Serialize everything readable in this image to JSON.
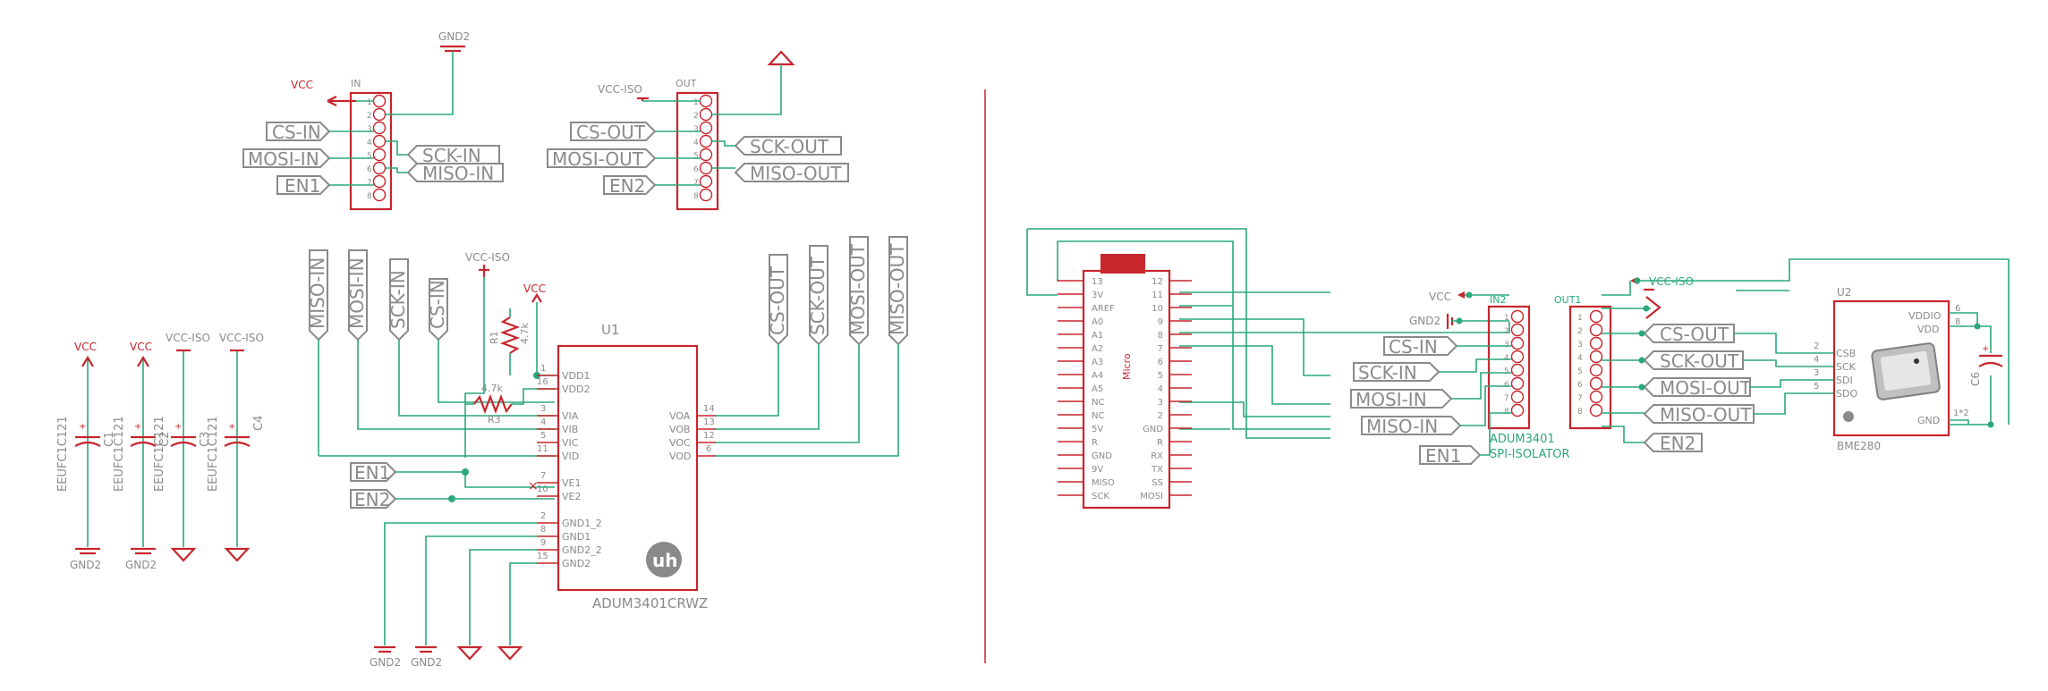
{
  "left": {
    "in_header": {
      "name": "IN",
      "pins": [
        "1",
        "2",
        "3",
        "4",
        "5",
        "6",
        "7",
        "8"
      ]
    },
    "out_header": {
      "name": "OUT",
      "pins": [
        "1",
        "2",
        "3",
        "4",
        "5",
        "6",
        "7",
        "8"
      ]
    },
    "supplies": {
      "vcc": "VCC",
      "gnd2": "GND2",
      "vcc_iso": "VCC-ISO"
    },
    "labels": {
      "cs_in": "CS-IN",
      "mosi_in": "MOSI-IN",
      "en1": "EN1",
      "sck_in": "SCK-IN",
      "miso_in": "MISO-IN",
      "cs_out": "CS-OUT",
      "mosi_out": "MOSI-OUT",
      "en2": "EN2",
      "sck_out": "SCK-OUT",
      "miso_out": "MISO-OUT"
    },
    "capacitors": [
      {
        "part": "EEUFC1C121",
        "name": "C1",
        "rail": "VCC",
        "ground": "GND2"
      },
      {
        "part": "EEUFC1C121",
        "name": "C2",
        "rail": "VCC",
        "ground": "GND2"
      },
      {
        "part": "EEUFC1C121",
        "name": "C3",
        "rail": "VCC-ISO",
        "ground": ""
      },
      {
        "part": "EEUFC1C121",
        "name": "C4",
        "rail": "VCC-ISO",
        "ground": ""
      }
    ],
    "resistors": [
      {
        "name": "R1",
        "value": "4.7k"
      },
      {
        "name": "R3",
        "value": "4.7k"
      }
    ],
    "vertical_labels": [
      "MISO-IN",
      "MOSI-IN",
      "SCK-IN",
      "CS-IN",
      "CS-OUT",
      "SCK-OUT",
      "MOSI-OUT",
      "MISO-OUT"
    ],
    "u1": {
      "ref": "U1",
      "part": "ADUM3401CRWZ",
      "left_pins": [
        {
          "num": "1",
          "name": "VDD1"
        },
        {
          "num": "16",
          "name": "VDD2"
        },
        {
          "num": "3",
          "name": "VIA"
        },
        {
          "num": "4",
          "name": "VIB"
        },
        {
          "num": "5",
          "name": "VIC"
        },
        {
          "num": "11",
          "name": "VID"
        },
        {
          "num": "7",
          "name": "VE1"
        },
        {
          "num": "10",
          "name": "VE2"
        },
        {
          "num": "2",
          "name": "GND1_2"
        },
        {
          "num": "8",
          "name": "GND1"
        },
        {
          "num": "9",
          "name": "GND2_2"
        },
        {
          "num": "15",
          "name": "GND2"
        }
      ],
      "right_pins": [
        {
          "num": "14",
          "name": "VOA"
        },
        {
          "num": "13",
          "name": "VOB"
        },
        {
          "num": "12",
          "name": "VOC"
        },
        {
          "num": "6",
          "name": "VOD"
        }
      ]
    },
    "nc_label": "NC",
    "en_labels": [
      "EN1",
      "EN2"
    ],
    "gnd_labels": [
      "GND2",
      "GND2"
    ]
  },
  "right": {
    "micro": {
      "name": "Micro",
      "left_pins": [
        "13",
        "3V",
        "AREF",
        "A0",
        "A1",
        "A2",
        "A3",
        "A4",
        "A5",
        "NC",
        "NC",
        "5V",
        "R",
        "GND",
        "9V",
        "MISO",
        "SCK"
      ],
      "right_pins": [
        "12",
        "11",
        "10",
        "9",
        "8",
        "7",
        "6",
        "5",
        "4",
        "3",
        "2",
        "GND",
        "R",
        "RX",
        "TX",
        "SS",
        "MOSI"
      ]
    },
    "in2": {
      "name": "IN2",
      "pins": [
        "1",
        "2",
        "3",
        "4",
        "5",
        "6",
        "7",
        "8"
      ],
      "part": "ADUM3401",
      "subtitle": "SPI-ISOLATOR"
    },
    "out1": {
      "name": "OUT1",
      "pins": [
        "1",
        "2",
        "3",
        "4",
        "5",
        "6",
        "7",
        "8"
      ]
    },
    "supplies": {
      "vcc": "VCC",
      "gnd2": "GND2",
      "vcc_iso": "VCC-ISO"
    },
    "labels": {
      "cs_in": "CS-IN",
      "sck_in": "SCK-IN",
      "mosi_in": "MOSI-IN",
      "miso_in": "MISO-IN",
      "en1": "EN1",
      "cs_out": "CS-OUT",
      "sck_out": "SCK-OUT",
      "mosi_out": "MOSI-OUT",
      "miso_out": "MISO-OUT",
      "en2": "EN2"
    },
    "u2": {
      "ref": "U2",
      "part": "BME280",
      "left_pins": [
        {
          "num": "2",
          "name": "CSB"
        },
        {
          "num": "4",
          "name": "SCK"
        },
        {
          "num": "3",
          "name": "SDI"
        },
        {
          "num": "5",
          "name": "SDO"
        }
      ],
      "right_pins": [
        {
          "num": "6",
          "name": "VDDIO"
        },
        {
          "num": "8",
          "name": "VDD"
        },
        {
          "num": "1*2",
          "name": "GND"
        }
      ]
    },
    "c6": {
      "name": "C6"
    }
  }
}
